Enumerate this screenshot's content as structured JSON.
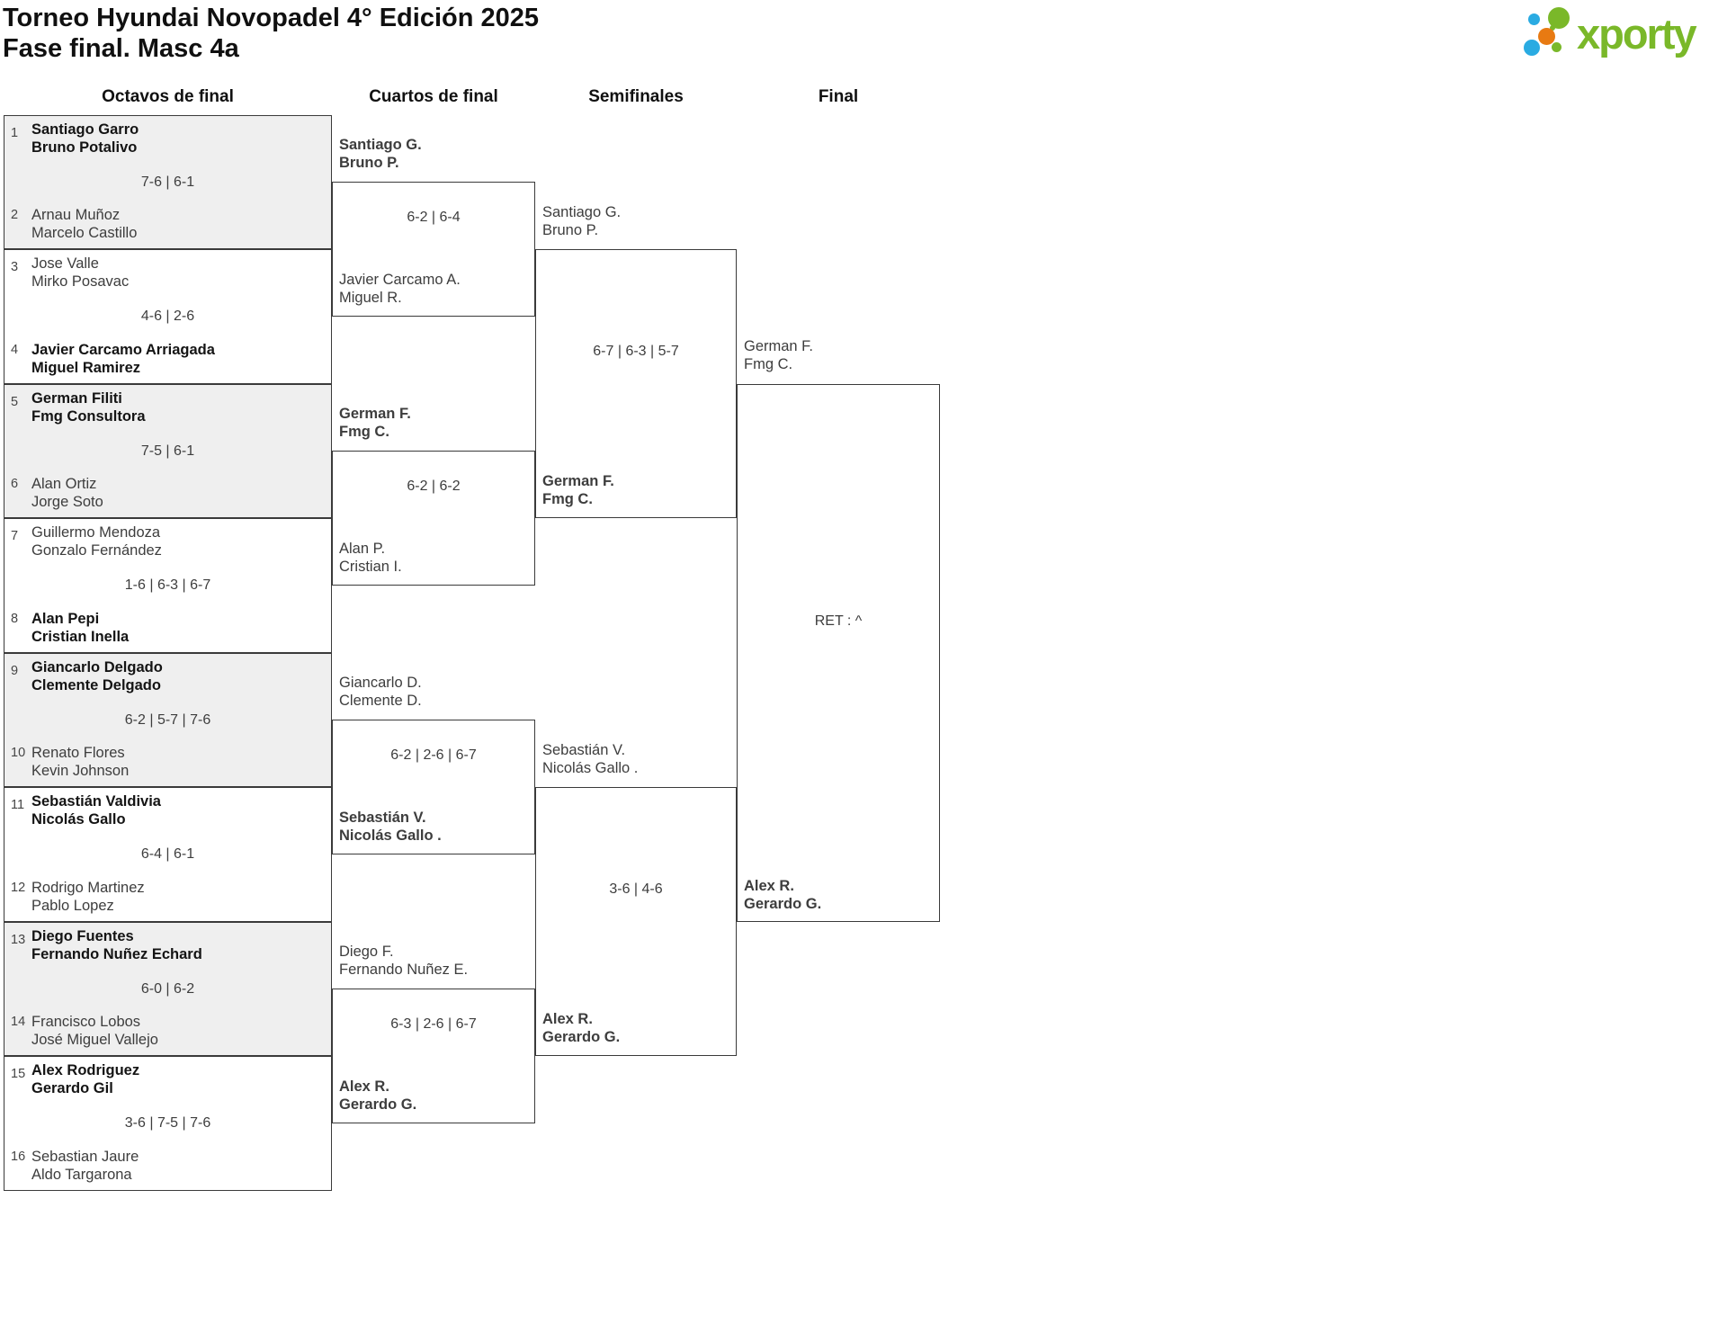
{
  "title": {
    "line1": "Torneo Hyundai Novopadel 4° Edición 2025",
    "line2": "Fase final. Masc 4a"
  },
  "logo": {
    "text": "xporty"
  },
  "colors": {
    "logo_green": "#7ab829",
    "logo_blue": "#2aabe2",
    "logo_orange": "#e87a12",
    "shaded_row": "#efefef"
  },
  "headers": {
    "octavos": "Octavos de final",
    "cuartos": "Cuartos de final",
    "semis": "Semifinales",
    "final": "Final"
  },
  "octavos": [
    {
      "seed_top": "1",
      "top1": "Santiago Garro",
      "top2": "Bruno Potalivo",
      "score": "7-6 | 6-1",
      "seed_bottom": "2",
      "bottom1": "Arnau Muñoz",
      "bottom2": "Marcelo Castillo"
    },
    {
      "seed_top": "3",
      "top1": "Jose Valle",
      "top2": "Mirko Posavac",
      "score": "4-6 | 2-6",
      "seed_bottom": "4",
      "bottom1": "Javier Carcamo Arriagada",
      "bottom2": "Miguel Ramirez"
    },
    {
      "seed_top": "5",
      "top1": "German Filiti",
      "top2": "Fmg Consultora",
      "score": "7-5 | 6-1",
      "seed_bottom": "6",
      "bottom1": "Alan Ortiz",
      "bottom2": "Jorge Soto"
    },
    {
      "seed_top": "7",
      "top1": "Guillermo Mendoza",
      "top2": "Gonzalo Fernández",
      "score": "1-6 | 6-3 | 6-7",
      "seed_bottom": "8",
      "bottom1": "Alan Pepi",
      "bottom2": "Cristian Inella"
    },
    {
      "seed_top": "9",
      "top1": "Giancarlo Delgado",
      "top2": "Clemente Delgado",
      "score": "6-2 | 5-7 | 7-6",
      "seed_bottom": "10",
      "bottom1": "Renato Flores",
      "bottom2": "Kevin Johnson"
    },
    {
      "seed_top": "11",
      "top1": "Sebastián Valdivia",
      "top2": "Nicolás Gallo",
      "score": "6-4 | 6-1",
      "seed_bottom": "12",
      "bottom1": "Rodrigo Martinez",
      "bottom2": "Pablo Lopez"
    },
    {
      "seed_top": "13",
      "top1": "Diego Fuentes",
      "top2": "Fernando Nuñez Echard",
      "score": "6-0 | 6-2",
      "seed_bottom": "14",
      "bottom1": "Francisco Lobos",
      "bottom2": "José Miguel Vallejo"
    },
    {
      "seed_top": "15",
      "top1": "Alex Rodriguez",
      "top2": "Gerardo Gil",
      "score": "3-6 | 7-5 | 7-6",
      "seed_bottom": "16",
      "bottom1": "Sebastian Jaure",
      "bottom2": "Aldo Targarona"
    }
  ],
  "cuartos": [
    {
      "top1": "Santiago G.",
      "top2": "Bruno P.",
      "score": "6-2 | 6-4",
      "bottom1": "Javier Carcamo A.",
      "bottom2": "Miguel R."
    },
    {
      "top1": "German F.",
      "top2": "Fmg C.",
      "score": "6-2 | 6-2",
      "bottom1": "Alan P.",
      "bottom2": "Cristian I."
    },
    {
      "top1": "Giancarlo D.",
      "top2": "Clemente D.",
      "score": "6-2 | 2-6 | 6-7",
      "bottom1": "Sebastián V.",
      "bottom2": "Nicolás Gallo ."
    },
    {
      "top1": "Diego F.",
      "top2": "Fernando Nuñez E.",
      "score": "6-3 | 2-6 | 6-7",
      "bottom1": "Alex R.",
      "bottom2": "Gerardo G."
    }
  ],
  "semis": [
    {
      "top1": "Santiago G.",
      "top2": "Bruno P.",
      "score": "6-7 | 6-3 | 5-7",
      "bottom1": "German F.",
      "bottom2": "Fmg C."
    },
    {
      "top1": "Sebastián V.",
      "top2": "Nicolás Gallo .",
      "score": "3-6 | 4-6",
      "bottom1": "Alex R.",
      "bottom2": "Gerardo G."
    }
  ],
  "final": {
    "top1": "German F.",
    "top2": "Fmg C.",
    "result": "RET : ^",
    "bottom1": "Alex R.",
    "bottom2": "Gerardo G."
  }
}
